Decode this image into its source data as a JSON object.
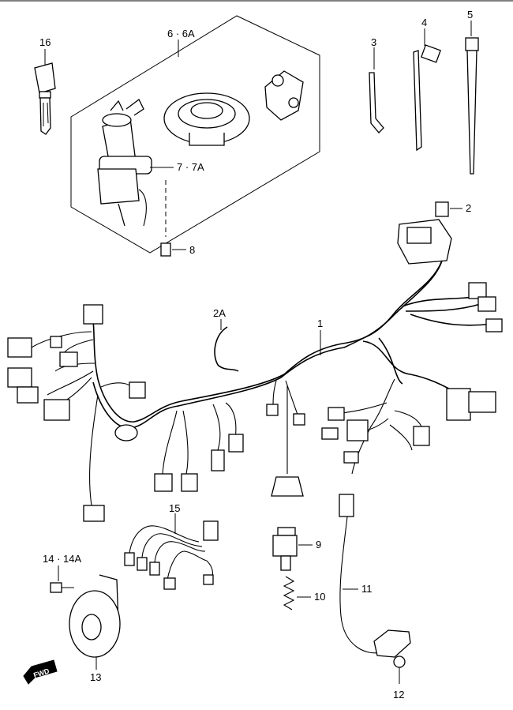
{
  "diagram": {
    "labels": [
      {
        "id": "p16",
        "text": "16"
      },
      {
        "id": "p6",
        "text": "6 · 6A"
      },
      {
        "id": "p3",
        "text": "3"
      },
      {
        "id": "p4",
        "text": "4"
      },
      {
        "id": "p5",
        "text": "5"
      },
      {
        "id": "p7",
        "text": "7 · 7A"
      },
      {
        "id": "p2",
        "text": "2"
      },
      {
        "id": "p8",
        "text": "8"
      },
      {
        "id": "p2a",
        "text": "2A"
      },
      {
        "id": "p1",
        "text": "1"
      },
      {
        "id": "p15",
        "text": "15"
      },
      {
        "id": "p9",
        "text": "9"
      },
      {
        "id": "p14",
        "text": "14 · 14A"
      },
      {
        "id": "p10",
        "text": "10"
      },
      {
        "id": "p11",
        "text": "11"
      },
      {
        "id": "p13",
        "text": "13"
      },
      {
        "id": "p12",
        "text": "12"
      }
    ],
    "fwd_text": "FWD",
    "colors": {
      "line": "#000000",
      "background": "#ffffff"
    }
  }
}
